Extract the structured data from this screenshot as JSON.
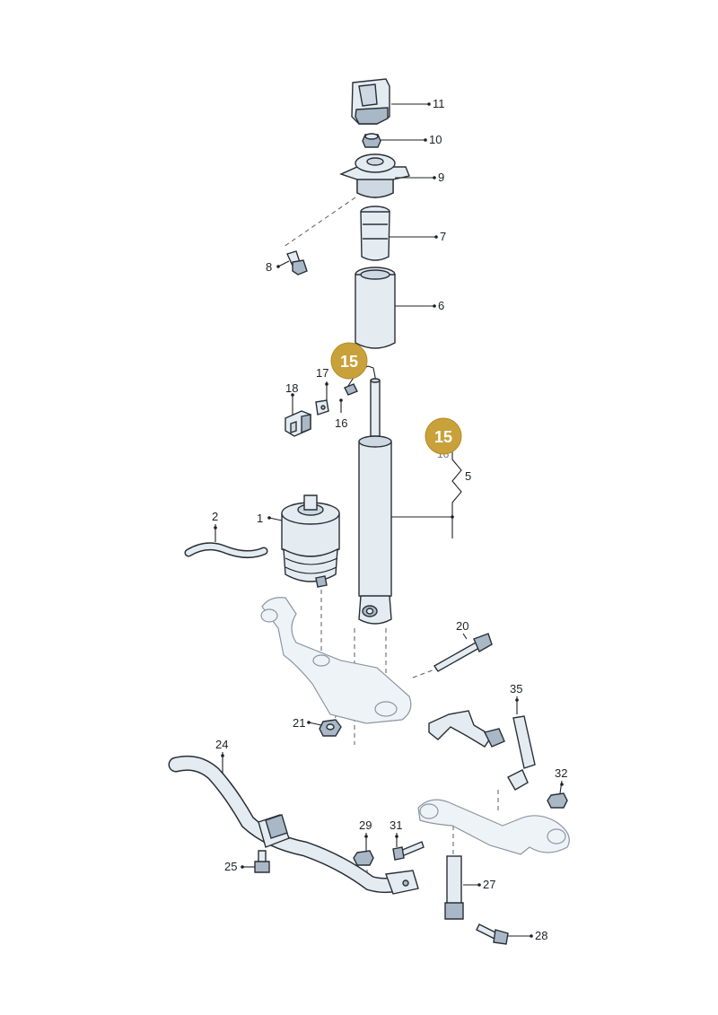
{
  "labels": {
    "p1": "1",
    "p2": "2",
    "p5": "5",
    "p6": "6",
    "p7": "7",
    "p8": "8",
    "p9": "9",
    "p10": "10",
    "p11": "11",
    "p16": "16",
    "p17": "17",
    "p18": "18",
    "p20": "20",
    "p21": "21",
    "p24": "24",
    "p25": "25",
    "p27": "27",
    "p28": "28",
    "p29": "29",
    "p31": "31",
    "p32": "32",
    "p35": "35"
  },
  "badges": {
    "b1": "15",
    "b2": "15"
  },
  "ghost_label": "16",
  "colors": {
    "badge": "#c9a13b",
    "part_fill": "#e4ecf2",
    "outline": "#2a2f36"
  }
}
